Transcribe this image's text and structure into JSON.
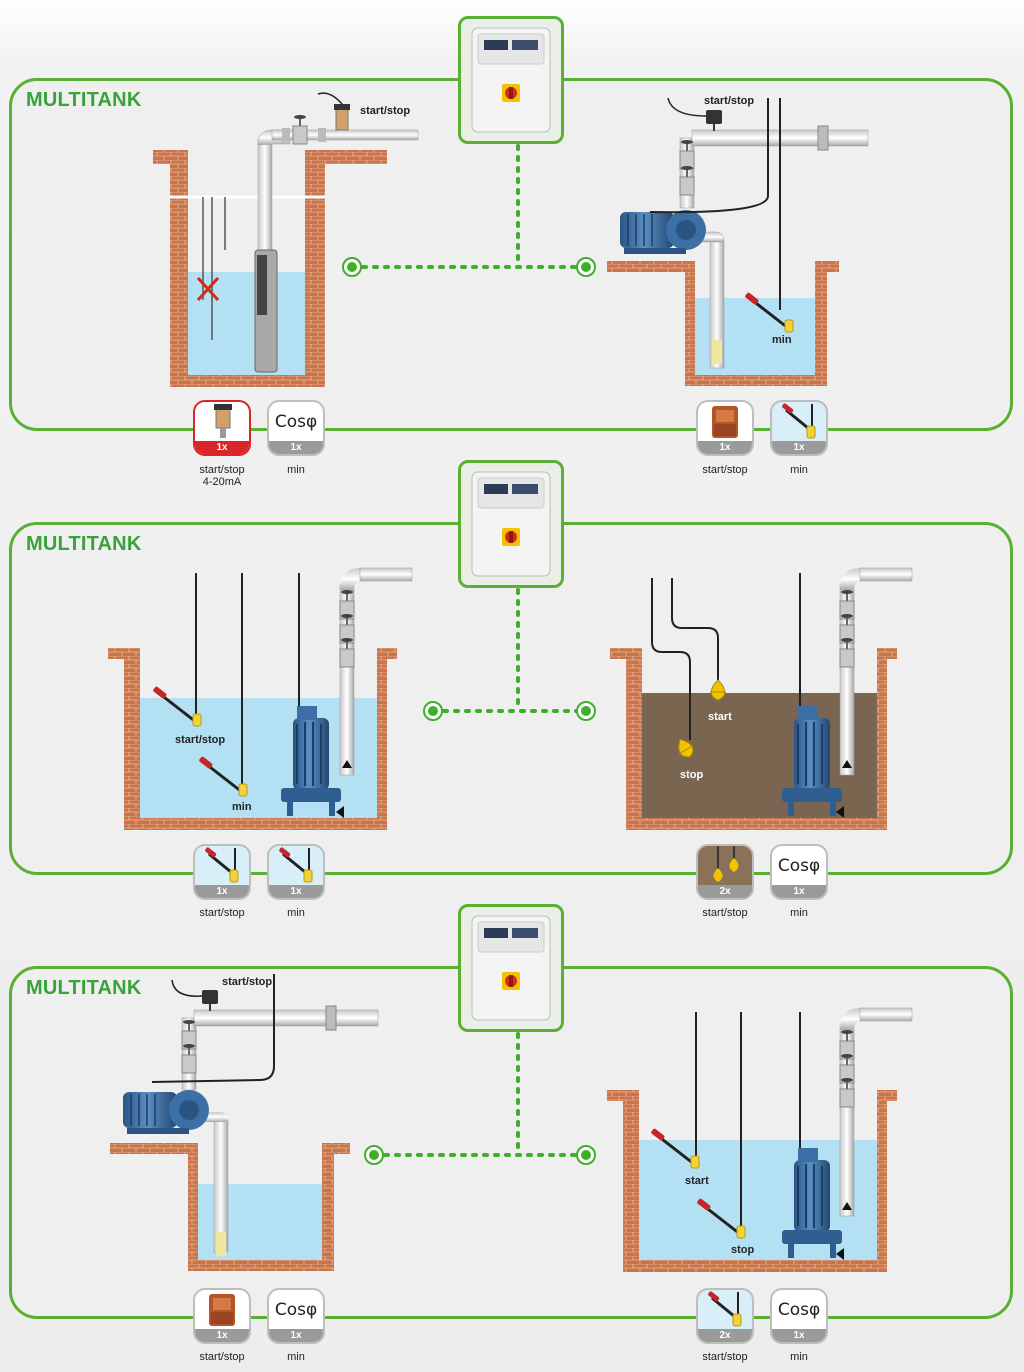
{
  "panels": [
    {
      "title": "MULTITANK",
      "left_scene": {
        "labels": {
          "sensor": "start/stop"
        }
      },
      "right_scene": {
        "labels": {
          "switch": "start/stop",
          "float": "min"
        }
      },
      "badges": [
        {
          "count": "1x",
          "caption": "start/stop",
          "caption2": "4-20mA",
          "icon": "pressure-transducer-icon"
        },
        {
          "count": "1x",
          "caption": "min",
          "icon": "cosphi-icon",
          "text": "Cosφ"
        },
        {
          "count": "1x",
          "caption": "start/stop",
          "icon": "pressure-switch-icon"
        },
        {
          "count": "1x",
          "caption": "min",
          "icon": "float-switch-icon"
        }
      ]
    },
    {
      "title": "MULTITANK",
      "left_scene": {
        "labels": {
          "float_top": "start/stop",
          "float_bottom": "min"
        }
      },
      "right_scene": {
        "labels": {
          "float_top": "start",
          "float_bottom": "stop"
        }
      },
      "badges": [
        {
          "count": "1x",
          "caption": "start/stop",
          "icon": "float-switch-icon"
        },
        {
          "count": "1x",
          "caption": "min",
          "icon": "float-switch-icon"
        },
        {
          "count": "2x",
          "caption": "start/stop",
          "icon": "pear-float-icon"
        },
        {
          "count": "1x",
          "caption": "min",
          "icon": "cosphi-icon",
          "text": "Cosφ"
        }
      ]
    },
    {
      "title": "MULTITANK",
      "left_scene": {
        "labels": {
          "switch": "start/stop"
        }
      },
      "right_scene": {
        "labels": {
          "float_top": "start",
          "float_bottom": "stop"
        }
      },
      "badges": [
        {
          "count": "1x",
          "caption": "start/stop",
          "icon": "pressure-switch-icon"
        },
        {
          "count": "1x",
          "caption": "min",
          "icon": "cosphi-icon",
          "text": "Cosφ"
        },
        {
          "count": "2x",
          "caption": "start/stop",
          "icon": "float-switch-icon"
        },
        {
          "count": "1x",
          "caption": "min",
          "icon": "cosphi-icon",
          "text": "Cosφ"
        }
      ]
    }
  ],
  "colors": {
    "panel_border": "#5ab032",
    "title": "#3aa23a",
    "water": "#b3e0f2",
    "sewage": "#7a6650",
    "brick": "#c9744a",
    "pump_blue": "#3b6fa6",
    "badge_red": "#d8262a",
    "connector_dots": "#3fae2a"
  }
}
